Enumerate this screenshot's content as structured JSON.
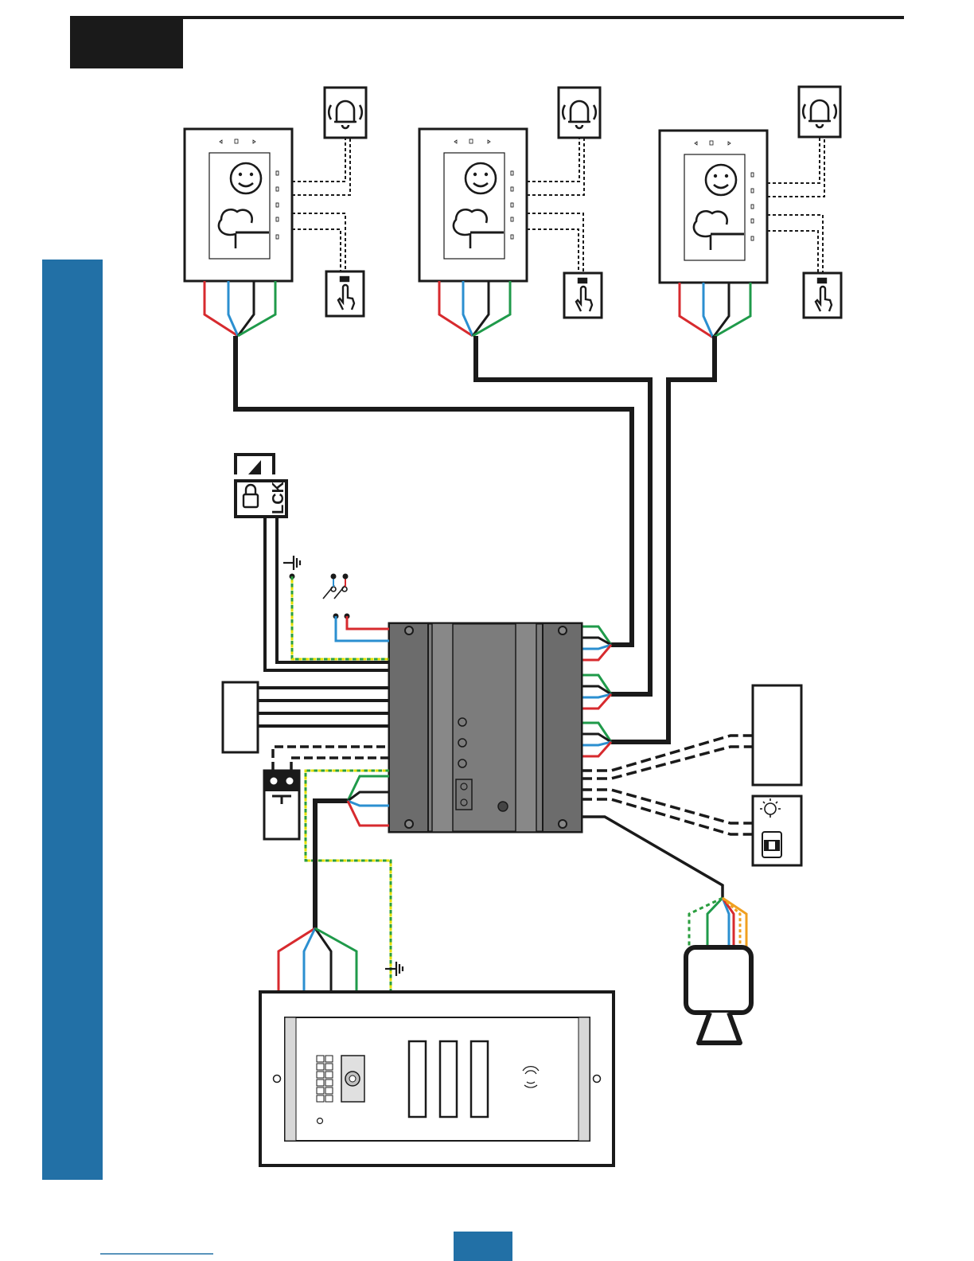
{
  "page": {
    "background": "#ffffff",
    "accent_color": "#2270a6",
    "header_block_color": "#1a1a1a"
  },
  "wire_colors": {
    "red": "#d72a2e",
    "blue": "#2b8fd0",
    "black": "#1a1a1a",
    "green": "#1f9a4a",
    "ground_dash_green": "#2a9e3e",
    "ground_dash_yellow": "#e6e000",
    "orange": "#f0a020",
    "white": "#ffffff"
  },
  "monitors": [
    {
      "id": "monitor-1",
      "icons": [
        "bell-icon",
        "push-button-icon"
      ]
    },
    {
      "id": "monitor-2",
      "icons": [
        "bell-icon",
        "push-button-icon"
      ]
    },
    {
      "id": "monitor-3",
      "icons": [
        "bell-icon",
        "push-button-icon"
      ]
    }
  ],
  "lock": {
    "label": "LCK",
    "icon": "padlock-icon"
  },
  "peripherals": {
    "ground_symbol": "ground-icon",
    "light_icon": "light-bulb-icon",
    "gate_icon": "gate-icon",
    "camera_icon": "camera-icon",
    "door_station_icon": "door-station-icon"
  }
}
